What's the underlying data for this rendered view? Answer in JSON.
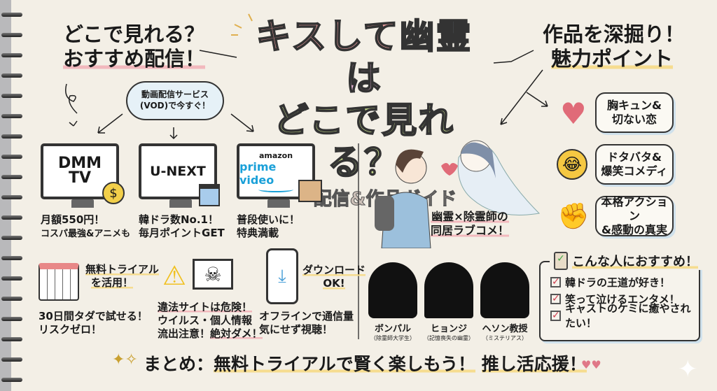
{
  "header_left": {
    "line1": "どこで見れる？",
    "line2": "おすすめ配信！"
  },
  "title": {
    "part1": "キスして",
    "part2": "幽霊",
    "part3": "は",
    "line2": "どこで見れる？",
    "subtitle": "配信&作品ガイド"
  },
  "header_right": {
    "line1": "作品を深掘り！",
    "line2": "魅力ポイント"
  },
  "cloud": {
    "line1": "動画配信サービス",
    "line2": "(VOD)で今すぐ！"
  },
  "services": [
    {
      "logo1": "DMM",
      "logo2": "TV",
      "badge_icon": "coin-icon",
      "cap1": "月額550円！",
      "cap2": "コスパ最強&アニメも"
    },
    {
      "logo1": "U-NEXT",
      "badge_icon": "clapperboard-icon",
      "cap1": "韓ドラ数No.1！",
      "cap2": "毎月ポイントGET"
    },
    {
      "logo1": "amazon",
      "logo2": "prime video",
      "badge_icon": "package-icon",
      "cap1": "普段使いに！",
      "cap2": "特典満載"
    }
  ],
  "tips": [
    {
      "icon": "calendar-icon",
      "head1": "無料トライアル",
      "head2": "を活用！",
      "body1": "30日間タダで試せる！",
      "body2": "リスクゼロ！"
    },
    {
      "icon": "warning-icon",
      "body1": "違法サイトは危険！",
      "body2": "ウイルス・個人情報",
      "body3": "流出注意！",
      "body4": "絶対ダメ！"
    },
    {
      "icon": "phone-download-icon",
      "head1": "ダウンロード",
      "head2": "OK!",
      "body1": "オフラインで通信量",
      "body2": "気にせず視聴！"
    }
  ],
  "story": {
    "line1": "幽霊×除霊師の",
    "line2": "同居ラブコメ！"
  },
  "characters": [
    {
      "name": "ボンパル",
      "role": "（除霊師大学生）"
    },
    {
      "name": "ヒョンジ",
      "role": "（記憶喪失の幽霊）"
    },
    {
      "name": "ヘソン教授",
      "role": "（ミステリアス）"
    }
  ],
  "points": [
    {
      "icon": "heart-bandage-icon",
      "line1": "胸キュン&",
      "line2": "切ない恋"
    },
    {
      "icon": "laughing-emoji-icon",
      "line1": "ドタバタ&",
      "line2": "爆笑コメディ"
    },
    {
      "icon": "fist-icon",
      "line1": "本格アクション",
      "line2": "&感動の真実"
    }
  ],
  "recommend": {
    "title": "こんな人におすすめ！",
    "items": [
      "韓ドラの王道が好き！",
      "笑って泣けるエンタメ！",
      "キャストのケミに癒やされたい！"
    ]
  },
  "summary": {
    "label": "まとめ：",
    "text1": "無料トライアルで賢く楽しもう！",
    "text2": "推し活応援！"
  },
  "colors": {
    "paper": "#f3efe6",
    "title_pink": "#f0a0a0",
    "title_blue": "#bcd8ea",
    "title_green": "#c4d88a",
    "accent_yellow": "#f6dc8f",
    "accent_pink": "#f2b8bd"
  }
}
